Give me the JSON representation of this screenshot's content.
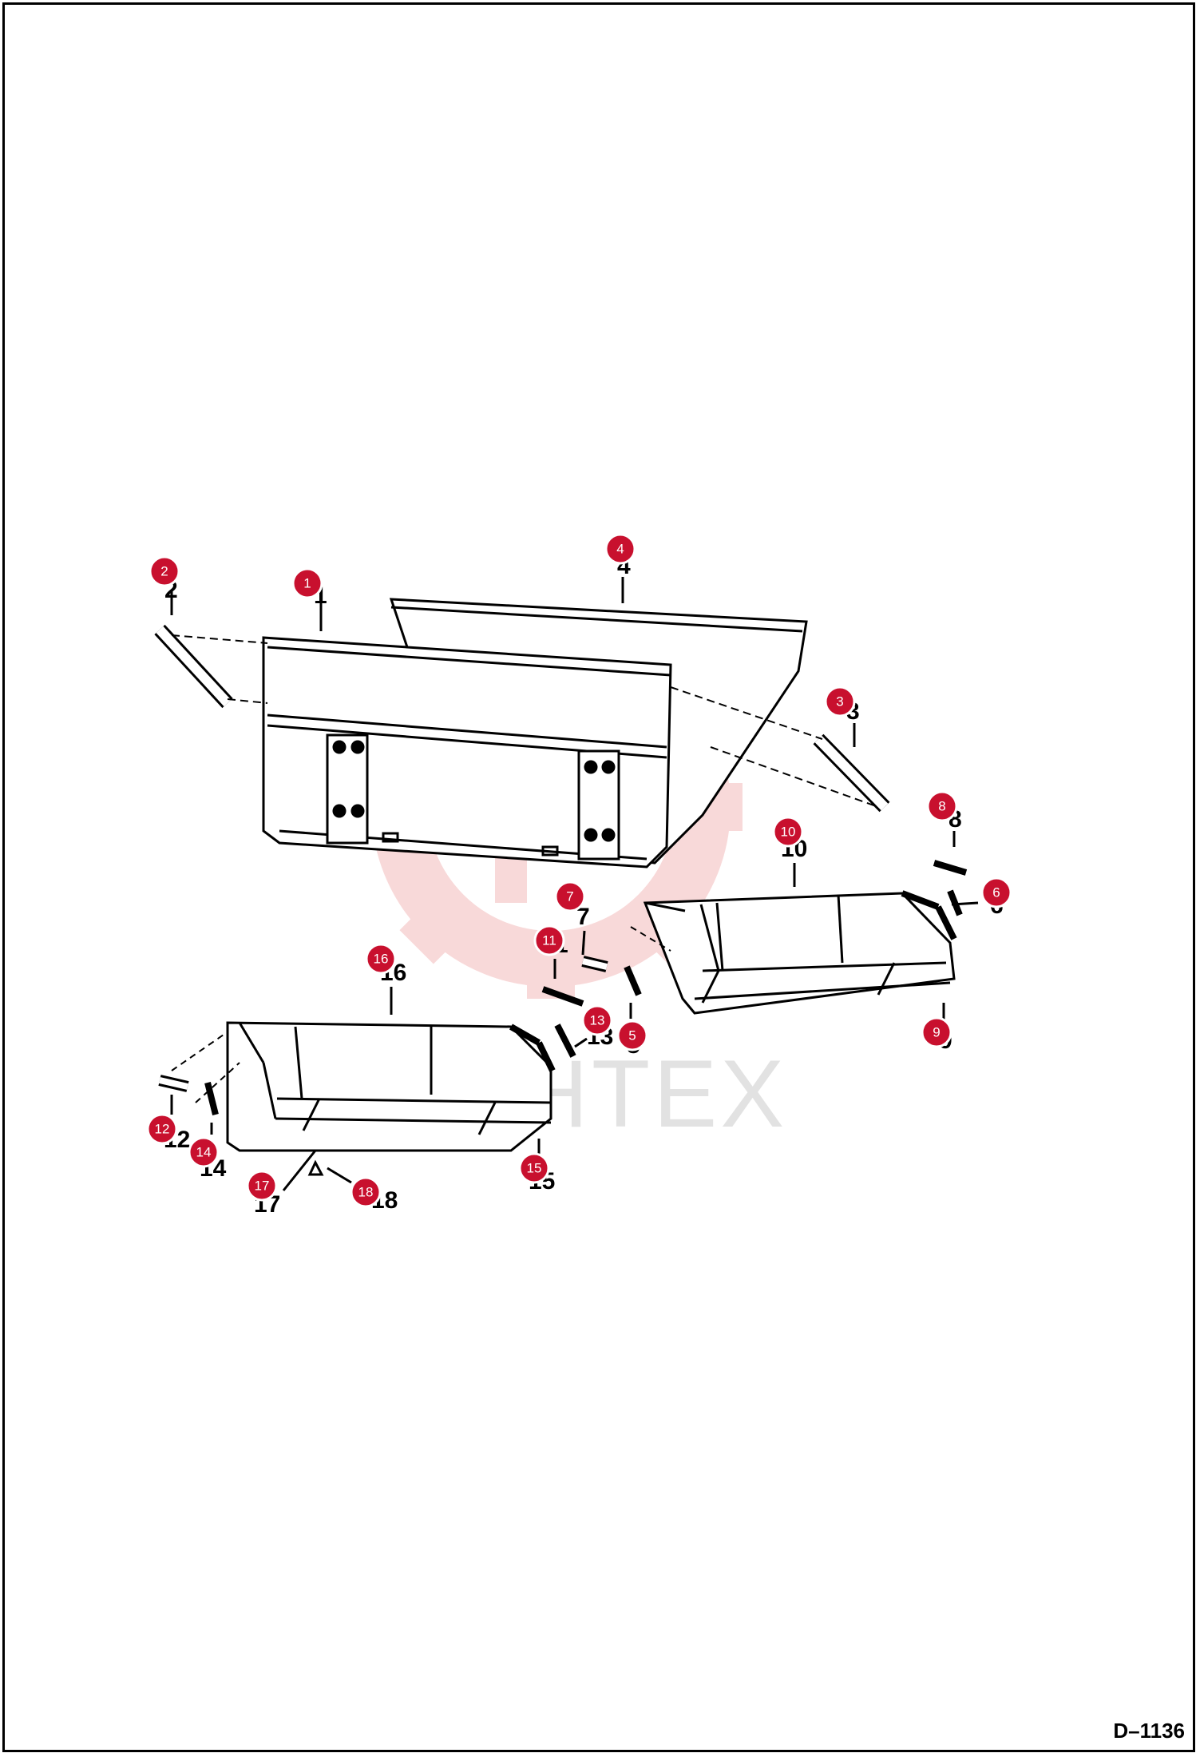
{
  "drawing_id": "D–1136",
  "watermark": {
    "text": "ИНТЕХ",
    "color": "#f3b5b5"
  },
  "callout_color": "#c8102e",
  "callouts": [
    {
      "num": "1"
    },
    {
      "num": "2"
    },
    {
      "num": "3"
    },
    {
      "num": "4"
    },
    {
      "num": "5"
    },
    {
      "num": "6"
    },
    {
      "num": "7"
    },
    {
      "num": "8"
    },
    {
      "num": "9"
    },
    {
      "num": "10"
    },
    {
      "num": "11"
    },
    {
      "num": "12"
    },
    {
      "num": "13"
    },
    {
      "num": "14"
    },
    {
      "num": "15"
    },
    {
      "num": "16"
    },
    {
      "num": "17"
    },
    {
      "num": "18"
    }
  ],
  "part_labels": [
    {
      "num": "1"
    },
    {
      "num": "2"
    },
    {
      "num": "3"
    },
    {
      "num": "4"
    },
    {
      "num": "5"
    },
    {
      "num": "6"
    },
    {
      "num": "7"
    },
    {
      "num": "8"
    },
    {
      "num": "9"
    },
    {
      "num": "10"
    },
    {
      "num": "11"
    },
    {
      "num": "12"
    },
    {
      "num": "13"
    },
    {
      "num": "14"
    },
    {
      "num": "15"
    },
    {
      "num": "16"
    },
    {
      "num": "17"
    },
    {
      "num": "18"
    }
  ]
}
